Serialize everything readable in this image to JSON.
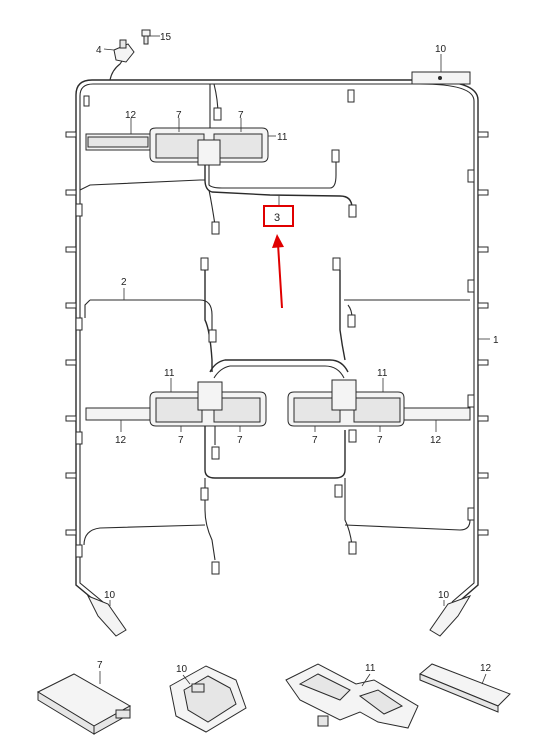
{
  "labels": {
    "main_harness": "1",
    "harness_branch": "2",
    "highlight_part": "3",
    "fastener_part": "4",
    "bolt": "15",
    "sensor_module": "7",
    "end_bracket": "10",
    "mounting_bracket": "11",
    "holder_strip": "12"
  },
  "colors": {
    "highlight": "#e00000",
    "line": "#2b2b2b"
  },
  "icons": {
    "callout_arrow": "arrow-up-icon"
  }
}
